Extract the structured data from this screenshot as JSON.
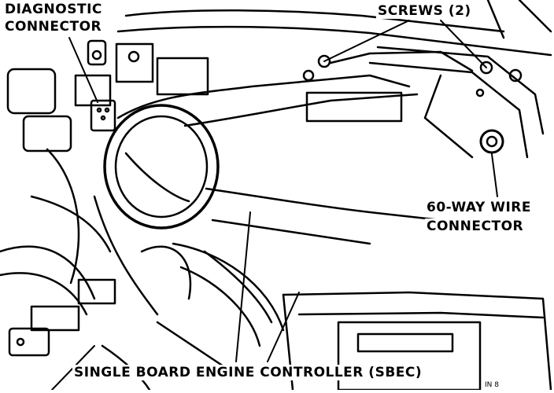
{
  "labels": {
    "diagnostic_line1": "DIAGNOSTIC",
    "diagnostic_line2": "CONNECTOR",
    "screws": "SCREWS (2)",
    "wire_line1": "60-WAY WIRE",
    "wire_line2": "CONNECTOR",
    "sbec": "SINGLE BOARD ENGINE CONTROLLER (SBEC)",
    "figure_code": "IN 8"
  },
  "colors": {
    "ink": "#000000",
    "paper": "#ffffff"
  }
}
